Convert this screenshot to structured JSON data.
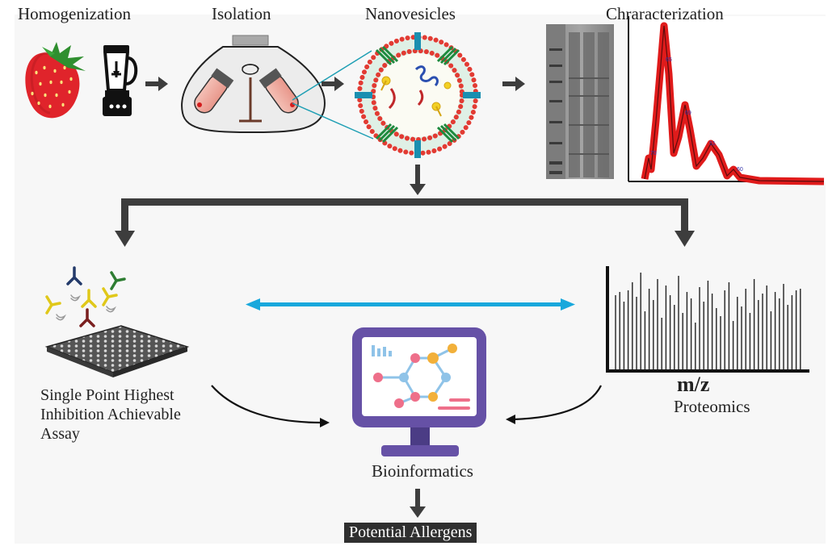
{
  "labels": {
    "homogenization": "Homogenization",
    "isolation": "Isolation",
    "nanovesicles": "Nanovesicles",
    "characterization": "Chraracterization",
    "assay": "Single Point Highest Inhibition Achievable Assay",
    "mz": "m/z",
    "proteomics": "Proteomics",
    "bioinformatics": "Bioinformatics",
    "final": "Potential Allergens"
  },
  "peak_labels": [
    "65",
    "69",
    "51",
    "70",
    "60"
  ],
  "colors": {
    "background": "#f7f7f7",
    "arrow": "#3d3d3d",
    "double_arrow": "#18a8dc",
    "vesicle_dots": "#e23b33",
    "trace": "#e01b1b",
    "monitor": "#6651a6"
  },
  "icons": [
    "strawberry-icon",
    "blender-icon",
    "centrifuge-icon",
    "nanovesicle-icon",
    "gel-icon",
    "antibody-icon",
    "microarray-icon",
    "monitor-icon"
  ]
}
